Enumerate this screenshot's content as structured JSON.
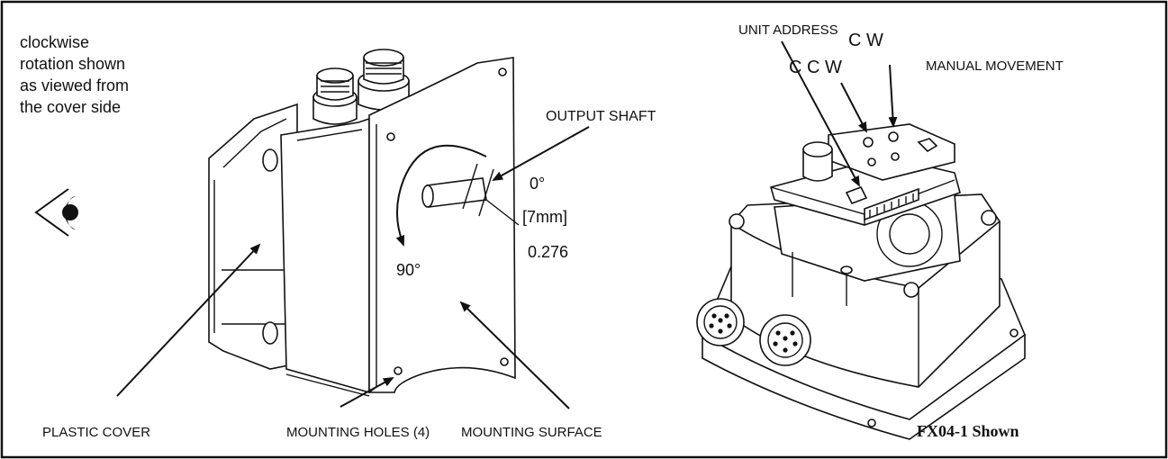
{
  "note": {
    "line1": "clockwise",
    "line2": "rotation shown",
    "line3": "as viewed from",
    "line4": "the cover side"
  },
  "labels": {
    "output_shaft": "OUTPUT SHAFT",
    "zero_deg": "0°",
    "ninety_deg": "90°",
    "dim_mm": "[7mm]",
    "dim_in": "0.276",
    "plastic_cover": "PLASTIC COVER",
    "mounting_holes": "MOUNTING HOLES (4)",
    "mounting_surface": "MOUNTING SURFACE",
    "unit_address": "UNIT ADDRESS",
    "cw": "C W",
    "ccw": "C C W",
    "manual_movement": "MANUAL MOVEMENT",
    "model_caption": "FX04-1 Shown"
  }
}
